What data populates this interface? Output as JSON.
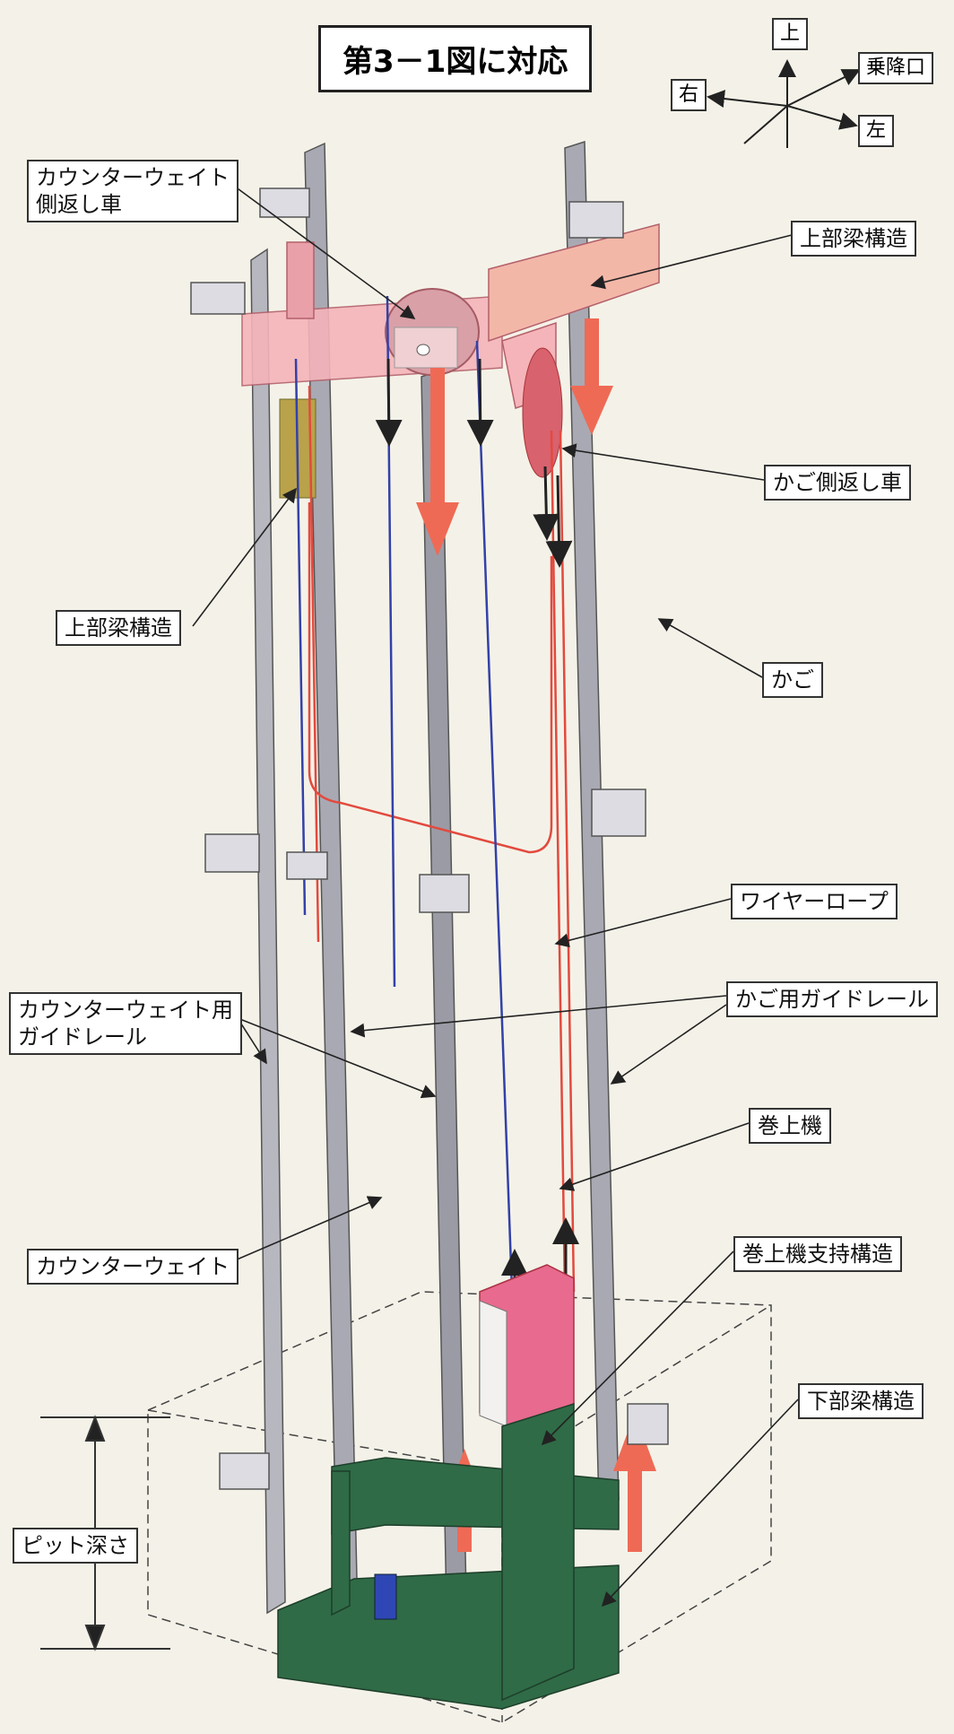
{
  "title": "第3－1図に対応",
  "directions": {
    "up": "上",
    "right": "右",
    "left": "左",
    "entrance": "乗降口"
  },
  "labels": {
    "cw_sheave": "カウンターウェイト\n側返し車",
    "upper_beam_right": "上部梁構造",
    "car_sheave": "かご側返し車",
    "upper_beam_left": "上部梁構造",
    "car": "かご",
    "wire_rope": "ワイヤーロープ",
    "car_guide_rail": "かご用ガイドレール",
    "cw_guide_rail": "カウンターウェイト用\nガイドレール",
    "hoist": "巻上機",
    "counterweight": "カウンターウェイト",
    "hoist_support": "巻上機支持構造",
    "lower_beam": "下部梁構造",
    "pit_depth": "ピット深さ"
  },
  "colors": {
    "rail": "#9a9aa2",
    "beam": "#f0a0a8",
    "green": "#2f6b46",
    "blue_rope": "#3341a8",
    "red_rope": "#e24a3e",
    "arrow_red": "#ef6a55"
  }
}
